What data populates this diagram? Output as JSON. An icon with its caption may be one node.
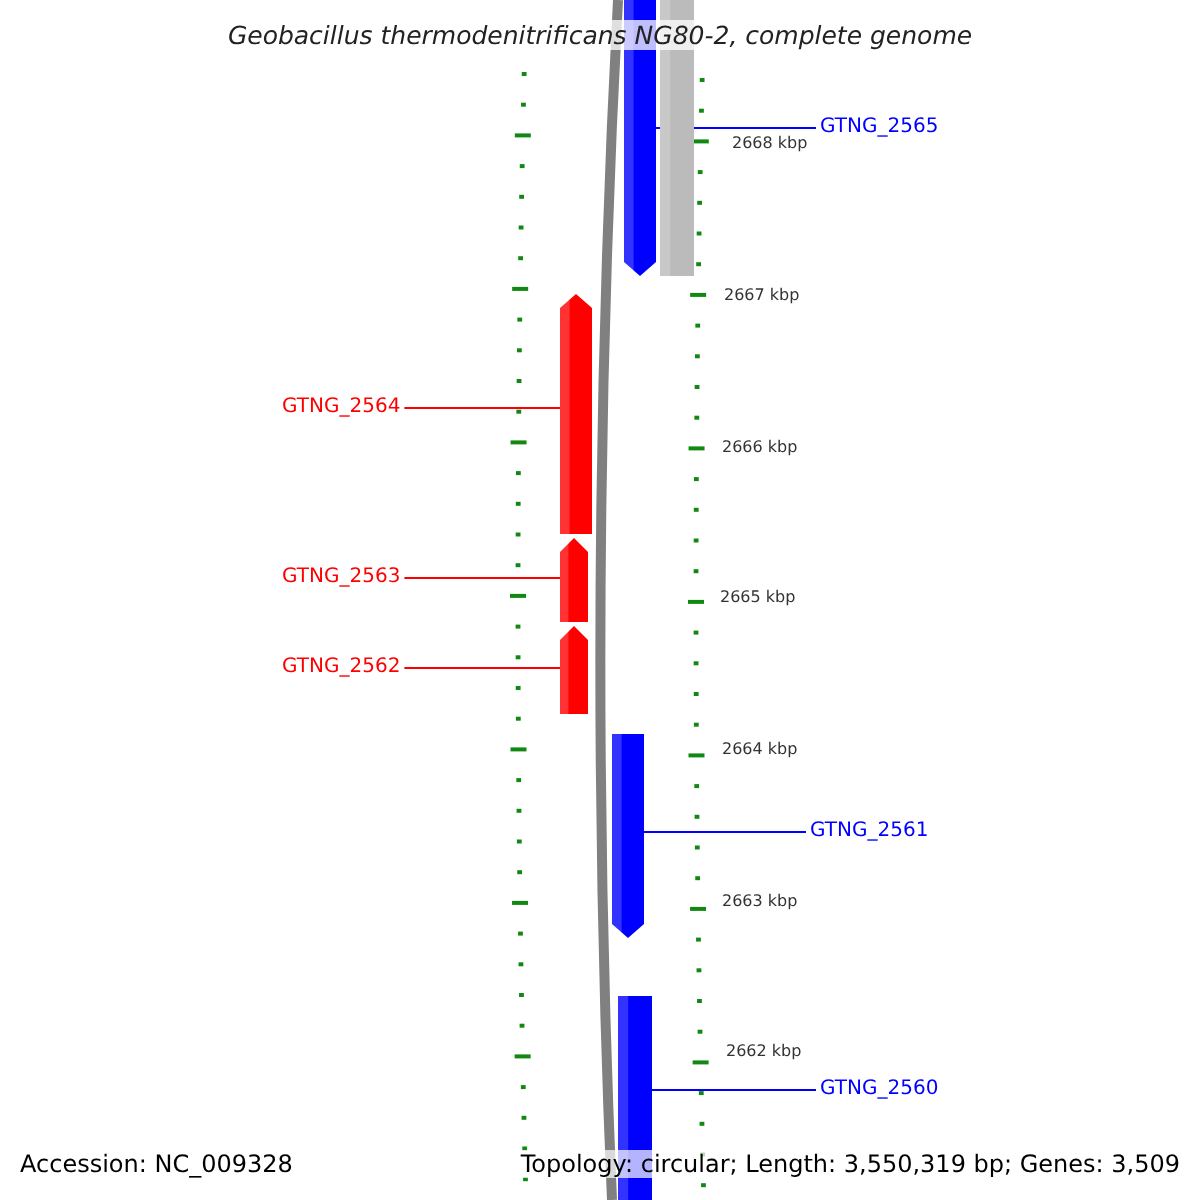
{
  "diagram": {
    "title": "Geobacillus thermodenitrificans NG80-2, complete genome",
    "nodes": [
      {
        "text": [],
        "shape": "pentagon"
      },
      {
        "text": [],
        "shape": "bar"
      },
      {
        "text": [],
        "shape": "pentagon"
      },
      {
        "text": [],
        "shape": "pentagon"
      },
      {
        "text": [],
        "shape": "pentagon"
      },
      {
        "text": [],
        "shape": "pentagon"
      },
      {
        "text": [],
        "shape": "pentagon"
      },
      {
        "text": [
          "GTNG_2565"
        ]
      },
      {
        "text": [
          "GTNG_2564"
        ]
      },
      {
        "text": [
          "GTNG_2563"
        ]
      },
      {
        "text": [
          "GTNG_2562"
        ]
      },
      {
        "text": [
          "GTNG_2561"
        ]
      },
      {
        "text": [
          "GTNG_2560"
        ]
      }
    ],
    "edges": [
      {
        "from": 7,
        "to": 0,
        "arrow": "none",
        "color": "#0000ff"
      },
      {
        "from": 8,
        "to": 2,
        "arrow": "none",
        "color": "#ff0000"
      },
      {
        "from": 9,
        "to": 3,
        "arrow": "none",
        "color": "#ff0000"
      },
      {
        "from": 10,
        "to": 4,
        "arrow": "none",
        "color": "#ff0000"
      },
      {
        "from": 11,
        "to": 5,
        "arrow": "none",
        "color": "#0000ff"
      },
      {
        "from": 12,
        "to": 6,
        "arrow": "none",
        "color": "#0000ff"
      }
    ],
    "labels": [
      "2668 kbp",
      "2667 kbp",
      "2666 kbp",
      "2665 kbp",
      "2664 kbp",
      "2663 kbp",
      "2662 kbp",
      "Accession: NC_009328",
      "Topology: circular; Length: 3,550,319 bp; Genes: 3,509"
    ]
  }
}
